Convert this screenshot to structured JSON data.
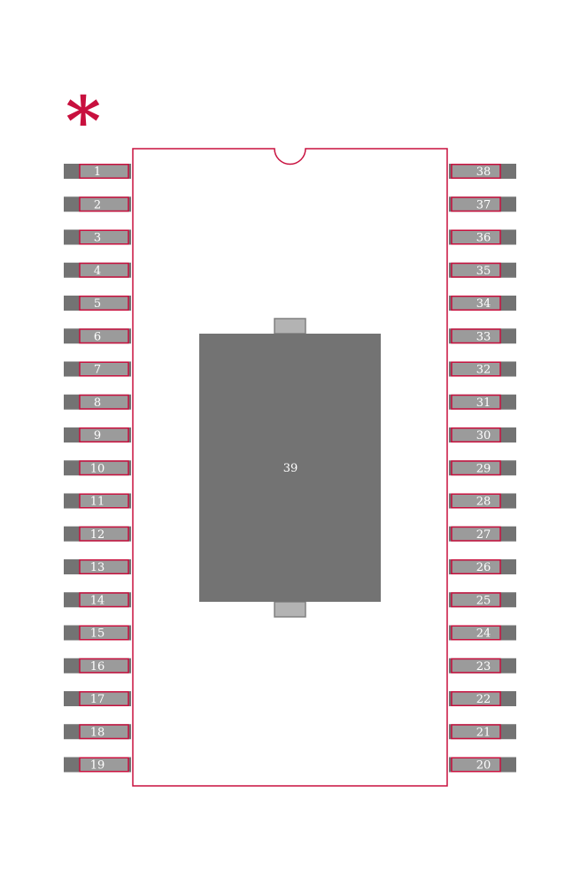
{
  "colors": {
    "outline": "#c8103e",
    "pad_dark": "#737373",
    "pad_light": "#9b9b9b",
    "tab": "#b3b3b3",
    "tab_stroke": "#808080",
    "label": "#ffffff",
    "background": "#ffffff"
  },
  "marker": {
    "symbol": "*",
    "icon": "pin1-asterisk-icon"
  },
  "package": {
    "thermal_pad_label": "39",
    "left_pins": [
      "1",
      "2",
      "3",
      "4",
      "5",
      "6",
      "7",
      "8",
      "9",
      "10",
      "11",
      "12",
      "13",
      "14",
      "15",
      "16",
      "17",
      "18",
      "19"
    ],
    "right_pins": [
      "38",
      "37",
      "36",
      "35",
      "34",
      "33",
      "32",
      "31",
      "30",
      "29",
      "28",
      "27",
      "26",
      "25",
      "24",
      "23",
      "22",
      "21",
      "20"
    ]
  }
}
